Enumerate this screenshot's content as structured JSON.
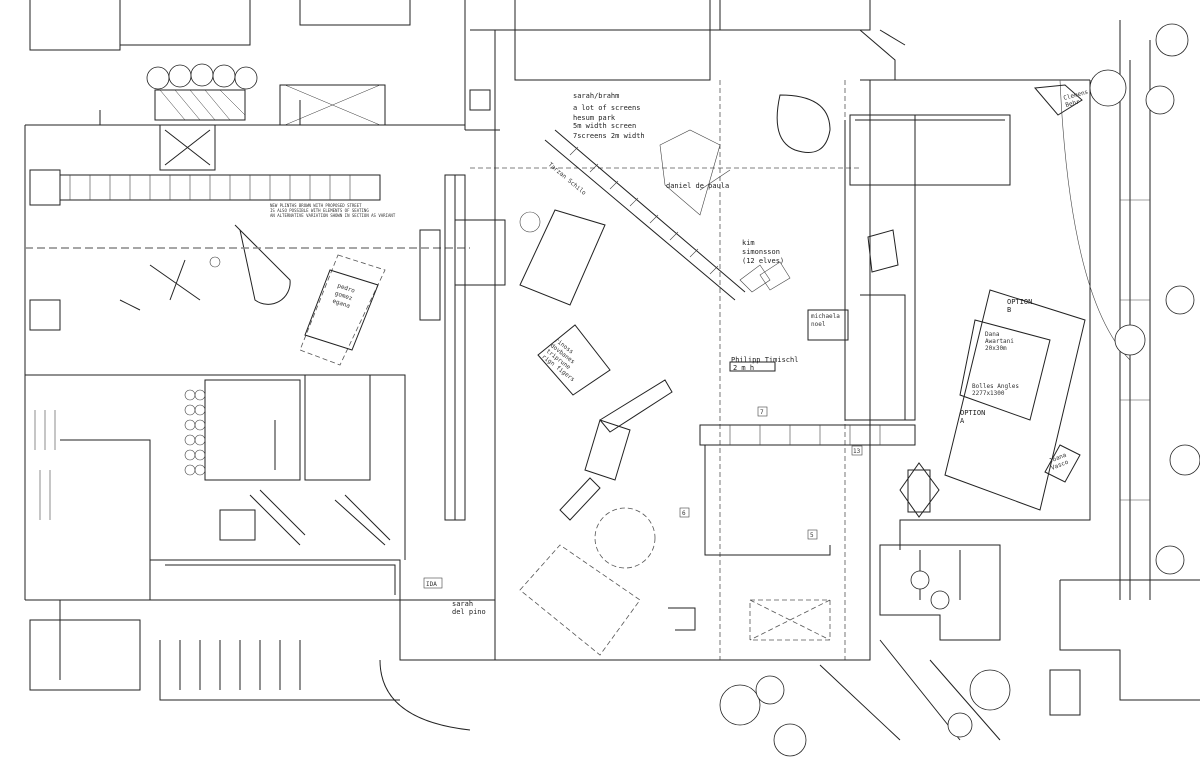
{
  "labels": {
    "sarah_brahm": "sarah/brahm",
    "lot_of_screens": "a lot of screens",
    "hesum_park": "hesum park",
    "screen_5m": "5m width screen",
    "screens_2m": "7screens 2m width",
    "tarzan": "Tarzan Schilo",
    "daniel": "daniel de paula",
    "kim_1": "kim",
    "kim_2": "simonsson",
    "kim_3": "(12 elves)",
    "michaela_1": "michaela",
    "michaela_2": "noel",
    "philipp": "Philipp Timischl",
    "philipp_sub": "2 m h",
    "rinoss_1": "rinoss",
    "rinoss_2": "dovbanes",
    "rinoss_3": "triprune",
    "rinoss_4": "rign figers",
    "pedro_1": "pedro",
    "pedro_2": "gomez",
    "pedro_3": "egana",
    "sarah_del_pino_1": "sarah",
    "sarah_del_pino_2": "del pino",
    "ida": "IDA",
    "option_b": "OPTION",
    "option_b_letter": "B",
    "option_a": "OPTION",
    "option_a_letter": "A",
    "dana_1": "Dana",
    "dana_2": "Awartani",
    "dana_3": "20x30m",
    "bolles_1": "Bolles Angles",
    "bolles_2": "2277x1300",
    "joana_1": "Joana",
    "joana_2": "Vasco",
    "clemens_1": "Clemens",
    "clemens_2": "Behr",
    "note_1": "NEW PLINTHS BROWN WITH PROPOSED STREET",
    "note_2": "IS ALSO POSSIBLE WITH ELEMENTS OF SEATING",
    "note_3": "AN ALTERNATIVE VARIATION SHOWN IN SECTION AS VARIANT",
    "num_7": "7",
    "num_13": "13",
    "num_5": "5",
    "num_6": "6"
  }
}
